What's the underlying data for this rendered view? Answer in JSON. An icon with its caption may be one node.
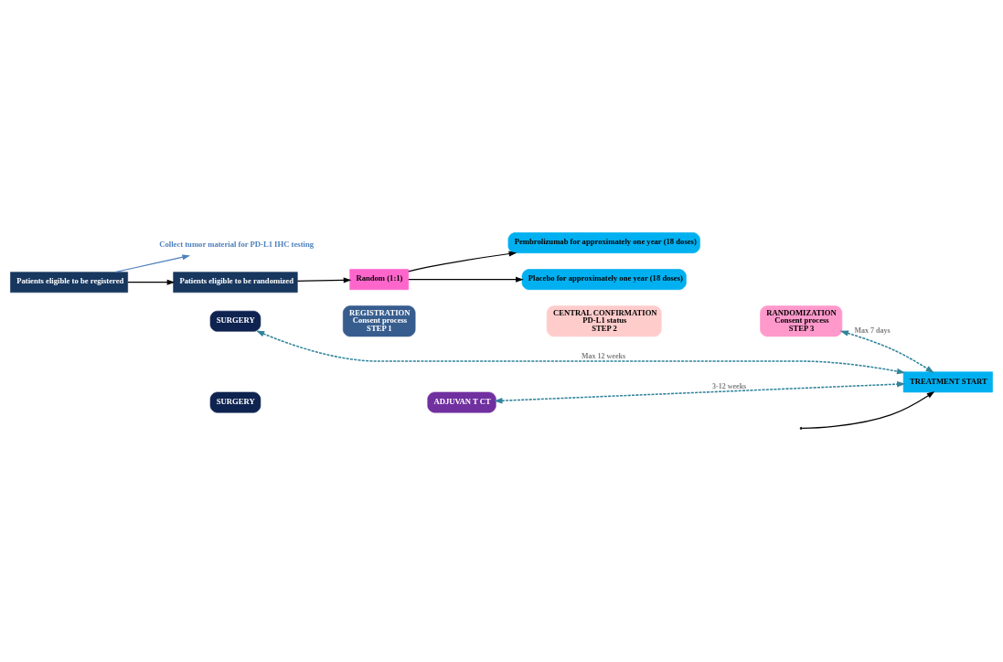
{
  "diagram": {
    "nodes": [
      {
        "text": [
          "Patients eligible to be registered"
        ]
      },
      {
        "text": [
          "Collect tumor material for PD-L1 IHC testing"
        ]
      },
      {
        "text": [
          "Patients eligible to be randomized"
        ]
      },
      {
        "text": [
          "Random (1:1)"
        ]
      },
      {
        "text": [
          "Pembrolizumab for approximately one year (18 doses)"
        ]
      },
      {
        "text": [
          "Placebo for approximately one year (18 doses)"
        ]
      },
      {
        "text": [
          "SURGERY"
        ]
      },
      {
        "text": [
          "REGISTRATION",
          "Consent process",
          "STEP 1"
        ]
      },
      {
        "text": [
          "CENTRAL CONFIRMATION",
          "PD-L1 status",
          "STEP 2"
        ]
      },
      {
        "text": [
          "RANDOMIZATION",
          "Consent process",
          "STEP 3"
        ]
      },
      {
        "text": [
          "TREATMENT START"
        ]
      },
      {
        "text": [
          "SURGERY"
        ]
      },
      {
        "text": [
          "ADJUVAN T CT"
        ]
      }
    ],
    "edges": [
      {
        "from": 0,
        "to": 1,
        "arrow": "to",
        "color": "#4f81bd"
      },
      {
        "from": 0,
        "to": 2,
        "arrow": "to"
      },
      {
        "from": 2,
        "to": 3,
        "arrow": "to"
      },
      {
        "from": 3,
        "to": 4,
        "arrow": "to"
      },
      {
        "from": 3,
        "to": 5,
        "arrow": "to"
      },
      {
        "from": 9,
        "to": 10,
        "arrow": "both",
        "label": "Max 7 days",
        "style": "dashed",
        "color": "#31849b"
      },
      {
        "from": 6,
        "to": 10,
        "arrow": "both",
        "label": "Max 12 weeks",
        "style": "dashed",
        "color": "#31849b"
      },
      {
        "from": null,
        "to": 10,
        "arrow": "to"
      },
      {
        "from": 12,
        "to": 10,
        "arrow": "both",
        "label": "3-12 weeks",
        "style": "dashed",
        "color": "#31849b"
      }
    ]
  }
}
